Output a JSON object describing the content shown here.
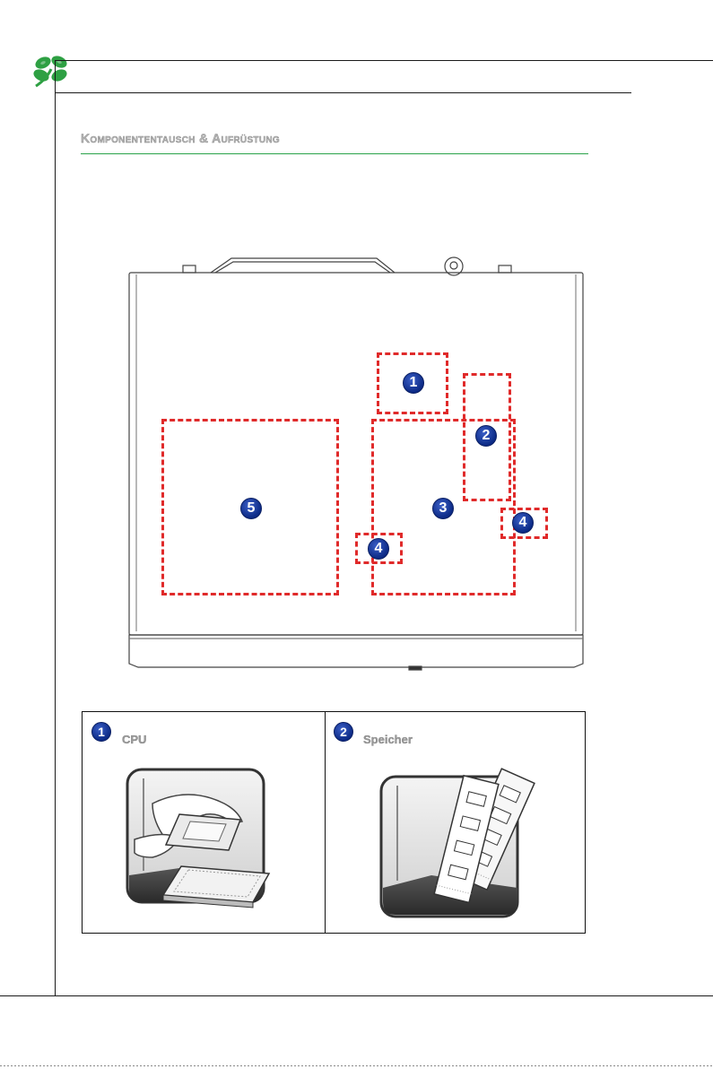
{
  "section": {
    "title": "Komponententausch & Aufrüstung"
  },
  "diagram": {
    "markers": [
      {
        "id": "1",
        "label": "1"
      },
      {
        "id": "2",
        "label": "2"
      },
      {
        "id": "3",
        "label": "3"
      },
      {
        "id": "4a",
        "label": "4"
      },
      {
        "id": "4b",
        "label": "4"
      },
      {
        "id": "5",
        "label": "5"
      }
    ]
  },
  "panels": [
    {
      "number": "1",
      "label": "CPU"
    },
    {
      "number": "2",
      "label": "Speicher"
    }
  ],
  "colors": {
    "accent_green": "#2aa24a",
    "highlight_red": "#e02a2a",
    "badge_blue": "#0c2a85",
    "title_gray": "#b4b4b4"
  },
  "icons": {
    "logo": "clover-logo-icon",
    "panel1_image": "cpu-install-icon",
    "panel2_image": "memory-modules-icon"
  }
}
